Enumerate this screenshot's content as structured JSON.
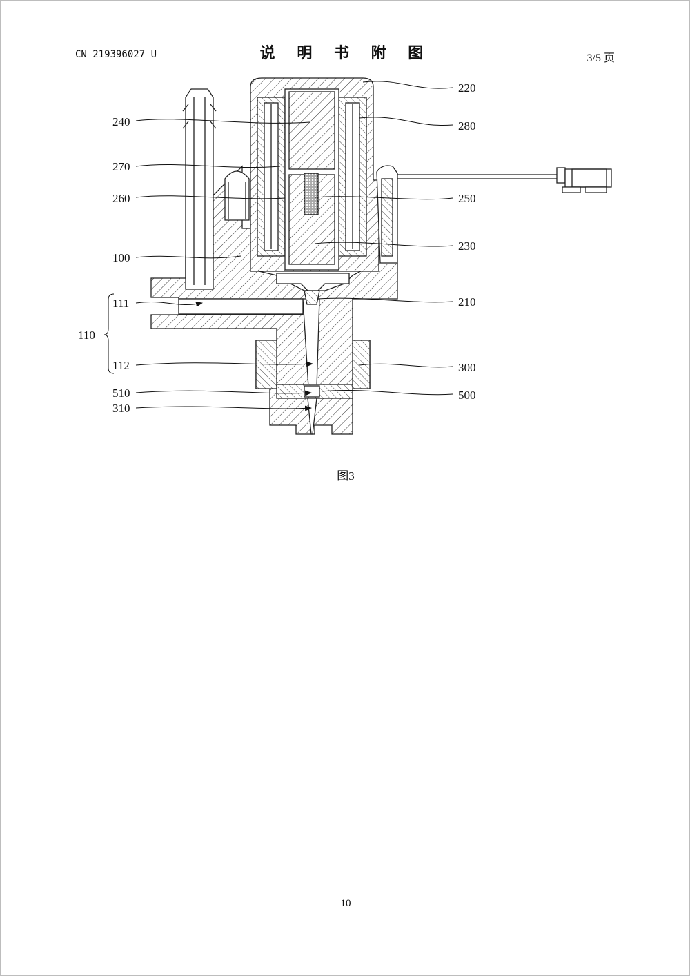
{
  "header": {
    "doc_number": "CN 219396027 U",
    "title": "说 明 书 附 图",
    "page_of": "3/5 页"
  },
  "figure": {
    "caption": "图3",
    "labels": {
      "l220": "220",
      "l280": "280",
      "l250": "250",
      "l230": "230",
      "l210": "210",
      "l300": "300",
      "l500": "500",
      "l240": "240",
      "l270": "270",
      "l260": "260",
      "l100": "100",
      "l111": "111",
      "l110": "110",
      "l112": "112",
      "l510": "510",
      "l310": "310"
    }
  },
  "footer": {
    "page_number": "10"
  }
}
